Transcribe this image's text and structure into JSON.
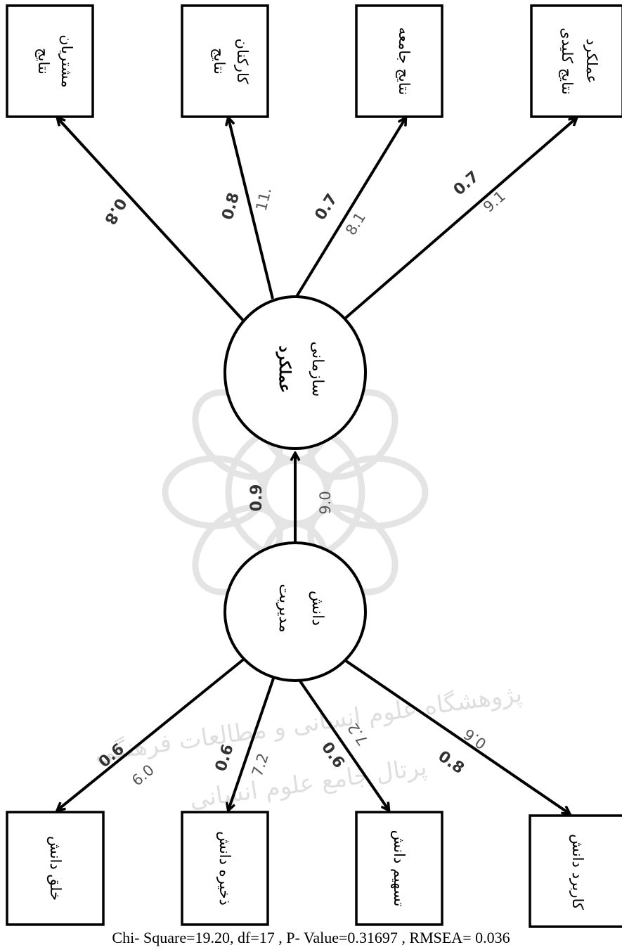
{
  "diagram": {
    "latent": {
      "performance": {
        "line1": "عملکرد",
        "line2": "سازمانی"
      },
      "knowledge": {
        "line1": "مدیریت",
        "line2": "دانش"
      }
    },
    "top_indicators": [
      {
        "line1": "نتایج",
        "line2": "مشتریان",
        "coef": "0.8",
        "t": "",
        "coef_rotated": true
      },
      {
        "line1": "نتایج",
        "line2": "کارکنان",
        "coef": "0.8",
        "t": "11.",
        "coef_rotated": false
      },
      {
        "line1": "نتایج جامعه",
        "line2": "",
        "coef": "0.7",
        "t": "8.1",
        "coef_rotated": false
      },
      {
        "line1": "نتایج کلیدی",
        "line2": "عملکرد",
        "coef": "0.7",
        "t": "9.1",
        "coef_rotated": false
      }
    ],
    "structural": {
      "coef": "0.9",
      "t": "9.0"
    },
    "bottom_indicators": [
      {
        "label": "خلق دانش",
        "coef": "0.6",
        "t": "6.0",
        "coef_rotated": false
      },
      {
        "label": "ذخیره دانش",
        "coef": "0.6",
        "t": "7.2",
        "coef_rotated": false
      },
      {
        "label": "تسهیم دانش",
        "coef": "0.6",
        "t": "7.2",
        "coef_rotated": true
      },
      {
        "label": "کاربرد دانش",
        "coef": "0.8",
        "t": "0.6",
        "coef_rotated": true
      }
    ],
    "fit_stats": "Chi- Square=19.20, df=17 , P- Value=0.31697 , RMSEA= 0.036",
    "colors": {
      "stroke": "#000000",
      "t_value": "#555555",
      "watermark": "#dcdcdc"
    }
  }
}
